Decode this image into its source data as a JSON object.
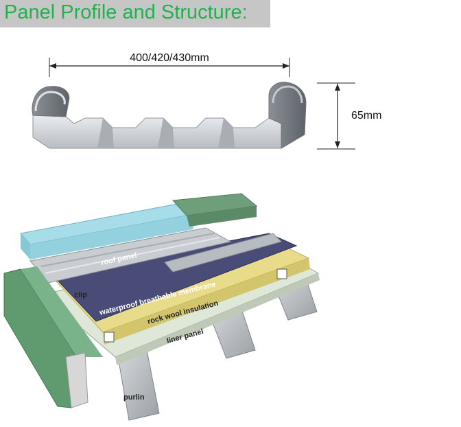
{
  "title": "Panel Profile and Structure:",
  "profile": {
    "width_label": "400/420/430mm",
    "height_label": "65mm"
  },
  "layers": {
    "roof_panel": "roof panel",
    "clip": "clip",
    "membrane": "waterproof breathable membrane",
    "insulation": "rock wool insulation",
    "liner": "liner panel",
    "purlin": "purlin"
  },
  "colors": {
    "title_text": "#22b24c",
    "title_bg": "#c6c6c6",
    "teal_layer": "#a6dde8",
    "green_edge": "#5f9b6f",
    "membrane": "#4a4c78",
    "insulation": "#e8dc8a",
    "liner": "#dfe8d8",
    "panel_metal": "#c9cdd2"
  }
}
